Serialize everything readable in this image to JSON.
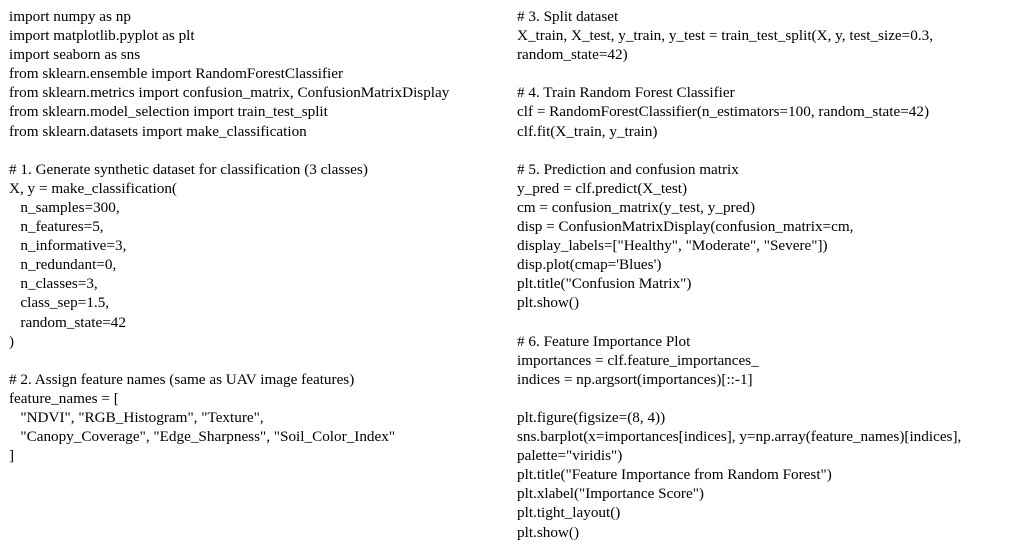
{
  "document": {
    "left_column": [
      "import numpy as np",
      "import matplotlib.pyplot as plt",
      "import seaborn as sns",
      "from sklearn.ensemble import RandomForestClassifier",
      "from sklearn.metrics import confusion_matrix, ConfusionMatrixDisplay",
      "from sklearn.model_selection import train_test_split",
      "from sklearn.datasets import make_classification",
      "",
      "# 1. Generate synthetic dataset for classification (3 classes)",
      "X, y = make_classification(",
      "   n_samples=300,",
      "   n_features=5,",
      "   n_informative=3,",
      "   n_redundant=0,",
      "   n_classes=3,",
      "   class_sep=1.5,",
      "   random_state=42",
      ")",
      "",
      "# 2. Assign feature names (same as UAV image features)",
      "feature_names = [",
      "   \"NDVI\", \"RGB_Histogram\", \"Texture\",",
      "   \"Canopy_Coverage\", \"Edge_Sharpness\", \"Soil_Color_Index\"",
      "]"
    ],
    "right_column": [
      "# 3. Split dataset",
      "X_train, X_test, y_train, y_test = train_test_split(X, y, test_size=0.3,",
      "random_state=42)",
      "",
      "# 4. Train Random Forest Classifier",
      "clf = RandomForestClassifier(n_estimators=100, random_state=42)",
      "clf.fit(X_train, y_train)",
      "",
      "# 5. Prediction and confusion matrix",
      "y_pred = clf.predict(X_test)",
      "cm = confusion_matrix(y_test, y_pred)",
      "disp = ConfusionMatrixDisplay(confusion_matrix=cm,",
      "display_labels=[\"Healthy\", \"Moderate\", \"Severe\"])",
      "disp.plot(cmap='Blues')",
      "plt.title(\"Confusion Matrix\")",
      "plt.show()",
      "",
      "# 6. Feature Importance Plot",
      "importances = clf.feature_importances_",
      "indices = np.argsort(importances)[::-1]",
      "",
      "plt.figure(figsize=(8, 4))",
      "sns.barplot(x=importances[indices], y=np.array(feature_names)[indices],",
      "palette=\"viridis\")",
      "plt.title(\"Feature Importance from Random Forest\")",
      "plt.xlabel(\"Importance Score\")",
      "plt.tight_layout()",
      "plt.show()"
    ]
  }
}
